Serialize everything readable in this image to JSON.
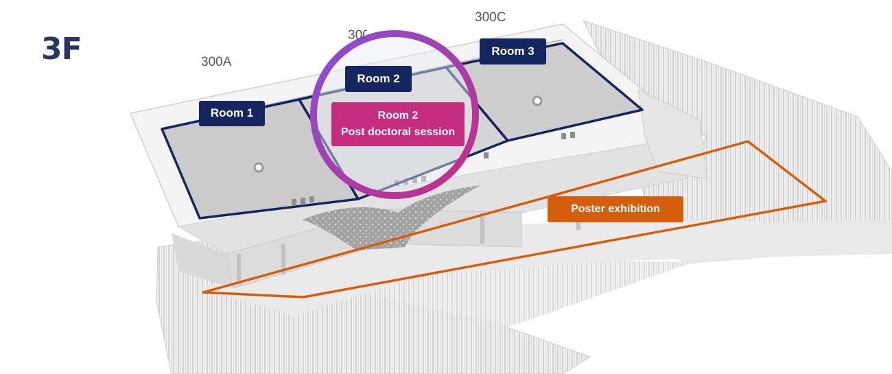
{
  "floor": {
    "label": "3F"
  },
  "rooms": [
    {
      "code": "300A",
      "label": "Room 1"
    },
    {
      "code": "300B",
      "label": "Room 2"
    },
    {
      "code": "300C",
      "label": "Room 3"
    }
  ],
  "highlight": {
    "line1": "Room 2",
    "line2": "Post doctoral session"
  },
  "poster": {
    "label": "Poster exhibition"
  },
  "colors": {
    "room_outline": "#14255f",
    "room_tag": "#14255f",
    "session_tag": "#c42d80",
    "poster": "#d45e0c",
    "ring_start": "#8a4fd8",
    "ring_end": "#c42d80"
  }
}
